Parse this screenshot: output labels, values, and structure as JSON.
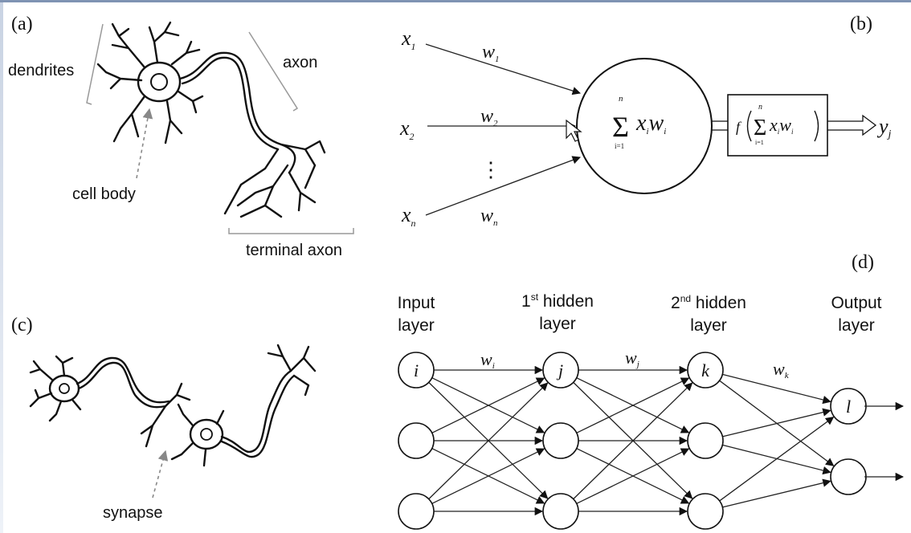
{
  "panels": {
    "a": {
      "tag": "(a)",
      "dendrites": "dendrites",
      "axon": "axon",
      "cell_body": "cell body",
      "terminal_axon": "terminal axon"
    },
    "b": {
      "tag": "(b)",
      "inputs": [
        {
          "sym": "x",
          "sub": "1",
          "weight": "w",
          "wsub": "1"
        },
        {
          "sym": "x",
          "sub": "2",
          "weight": "w",
          "wsub": "2"
        },
        {
          "sym": "x",
          "sub": "n",
          "weight": "w",
          "wsub": "n"
        }
      ],
      "dots": "⋮",
      "sum_symbol": "Σ",
      "sum_upper": "n",
      "sum_lower": "i=1",
      "sum_terms": "x",
      "sum_sub_i": "i",
      "sum_w": "w",
      "sum_sub_wi": "i",
      "f": "f",
      "output": "y",
      "output_sub": "j"
    },
    "c": {
      "tag": "(c)",
      "synapse": "synapse"
    },
    "d": {
      "tag": "(d)",
      "layers": [
        {
          "line1": "Input",
          "line2": "layer"
        },
        {
          "line1": "1",
          "sup": "st",
          "line1b": " hidden",
          "line2": "layer"
        },
        {
          "line1": "2",
          "sup": "nd",
          "line1b": " hidden",
          "line2": "layer"
        },
        {
          "line1": "Output",
          "line2": "layer"
        }
      ],
      "node_labels": [
        "i",
        "j",
        "k",
        "l"
      ],
      "weights": [
        {
          "sym": "w",
          "sub": "i"
        },
        {
          "sym": "w",
          "sub": "j"
        },
        {
          "sym": "w",
          "sub": "k"
        }
      ]
    }
  }
}
